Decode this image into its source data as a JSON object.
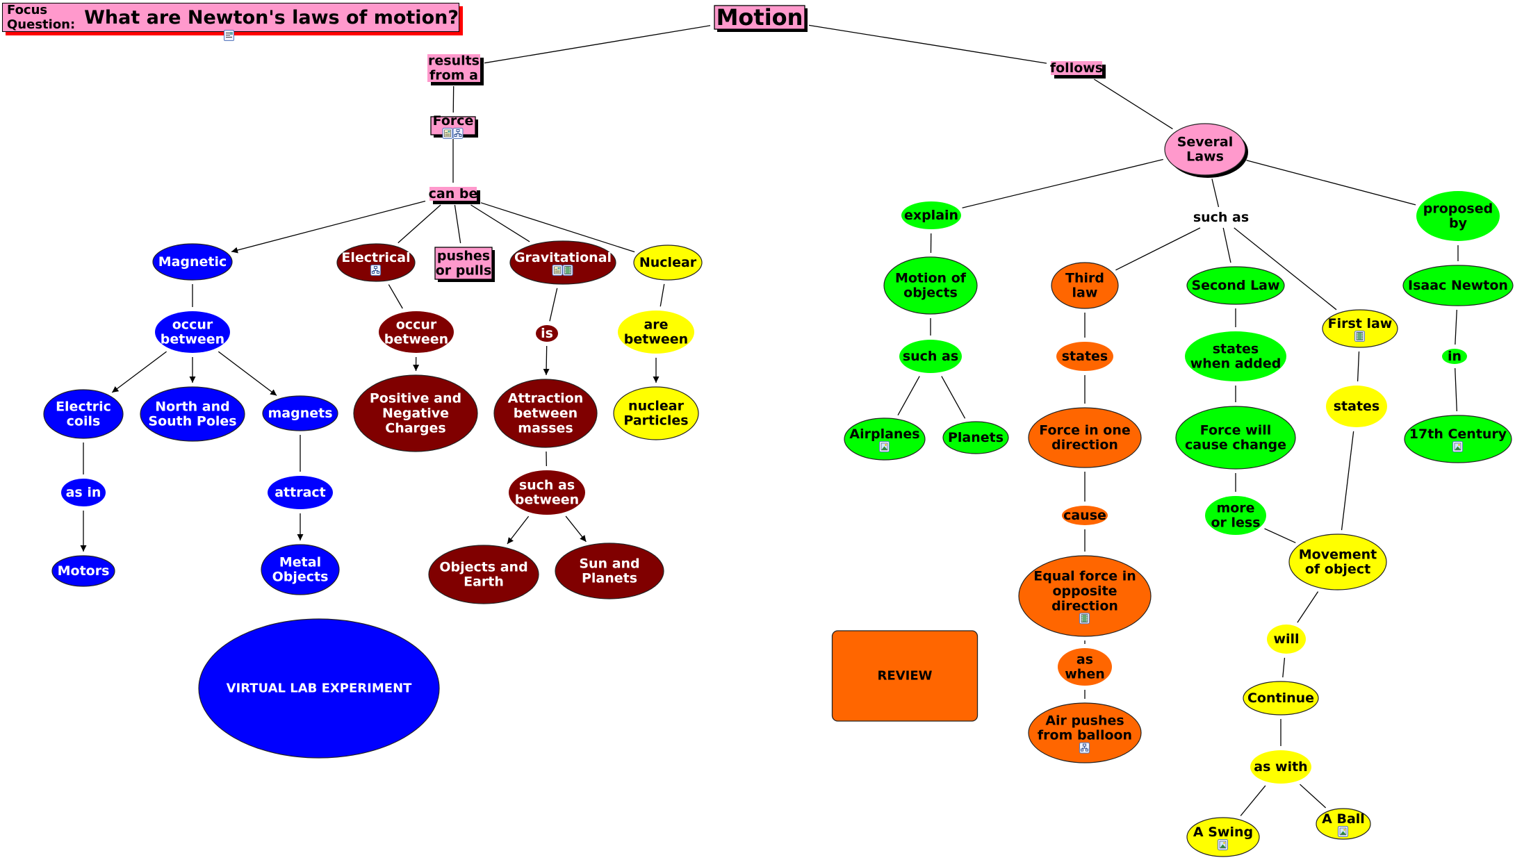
{
  "focus_question": {
    "label": "Focus Question:",
    "text": "What are Newton's laws of motion?",
    "resources": [
      "document-icon"
    ]
  },
  "colors": {
    "pink": "#ff99cc",
    "blue": "#0000ff",
    "maroon": "#800000",
    "yellow": "#ffff00",
    "green": "#00ff00",
    "orange": "#ff6600",
    "shadow_red": "#ff0000",
    "shadow_black": "#000000"
  },
  "nodes": [
    {
      "id": "motion",
      "text": [
        "Motion"
      ],
      "shape": "box",
      "color": "pink",
      "resources": []
    },
    {
      "id": "results_from_a",
      "text": [
        "results",
        "from a"
      ],
      "shape": "linkbox",
      "color": "pink",
      "resources": []
    },
    {
      "id": "force",
      "text": [
        "Force"
      ],
      "shape": "box",
      "color": "pink",
      "resources": [
        "document-icon",
        "concept-map-icon"
      ]
    },
    {
      "id": "can_be",
      "text": [
        "can be"
      ],
      "shape": "linkbox",
      "color": "pink",
      "resources": []
    },
    {
      "id": "follows",
      "text": [
        "follows"
      ],
      "shape": "linkbox",
      "color": "pink",
      "resources": []
    },
    {
      "id": "several_laws",
      "text": [
        "Several",
        "Laws"
      ],
      "shape": "ellipse",
      "color": "pink",
      "resources": []
    },
    {
      "id": "magnetic",
      "text": [
        "Magnetic"
      ],
      "shape": "ellipse",
      "color": "blue",
      "resources": []
    },
    {
      "id": "electrical",
      "text": [
        "Electrical"
      ],
      "shape": "ellipse",
      "color": "maroon",
      "resources": [
        "concept-map-icon"
      ]
    },
    {
      "id": "pushes_or_pulls",
      "text": [
        "pushes",
        "or pulls"
      ],
      "shape": "box",
      "color": "pink",
      "resources": []
    },
    {
      "id": "gravitational",
      "text": [
        "Gravitational"
      ],
      "shape": "ellipse",
      "color": "maroon",
      "resources": [
        "document-icon",
        "video-icon"
      ]
    },
    {
      "id": "nuclear",
      "text": [
        "Nuclear"
      ],
      "shape": "ellipse",
      "color": "yellow",
      "resources": []
    },
    {
      "id": "occur_between_mag",
      "text": [
        "occur",
        "between"
      ],
      "shape": "link",
      "color": "blue",
      "resources": []
    },
    {
      "id": "occur_between_elec",
      "text": [
        "occur",
        "between"
      ],
      "shape": "link",
      "color": "maroon",
      "resources": []
    },
    {
      "id": "is",
      "text": [
        "is"
      ],
      "shape": "link",
      "color": "maroon",
      "resources": []
    },
    {
      "id": "are_between",
      "text": [
        "are",
        "between"
      ],
      "shape": "link",
      "color": "yellow",
      "resources": []
    },
    {
      "id": "electric_coils",
      "text": [
        "Electric",
        "coils"
      ],
      "shape": "ellipse",
      "color": "blue",
      "resources": []
    },
    {
      "id": "north_south",
      "text": [
        "North and",
        "South Poles"
      ],
      "shape": "ellipse",
      "color": "blue",
      "resources": []
    },
    {
      "id": "magnets",
      "text": [
        "magnets"
      ],
      "shape": "ellipse",
      "color": "blue",
      "resources": []
    },
    {
      "id": "pos_neg",
      "text": [
        "Positive and",
        "Negative",
        "Charges"
      ],
      "shape": "ellipse",
      "color": "maroon",
      "resources": []
    },
    {
      "id": "attraction",
      "text": [
        "Attraction",
        "between",
        "masses"
      ],
      "shape": "ellipse",
      "color": "maroon",
      "resources": []
    },
    {
      "id": "nuclear_particles",
      "text": [
        "nuclear",
        "Particles"
      ],
      "shape": "ellipse",
      "color": "yellow",
      "resources": []
    },
    {
      "id": "as_in",
      "text": [
        "as in"
      ],
      "shape": "link",
      "color": "blue",
      "resources": []
    },
    {
      "id": "attract",
      "text": [
        "attract"
      ],
      "shape": "link",
      "color": "blue",
      "resources": []
    },
    {
      "id": "such_as_between",
      "text": [
        "such as",
        "between"
      ],
      "shape": "link",
      "color": "maroon",
      "resources": []
    },
    {
      "id": "motors",
      "text": [
        "Motors"
      ],
      "shape": "ellipse",
      "color": "blue",
      "resources": []
    },
    {
      "id": "metal_objects",
      "text": [
        "Metal",
        "Objects"
      ],
      "shape": "ellipse",
      "color": "blue",
      "resources": []
    },
    {
      "id": "objects_earth",
      "text": [
        "Objects and",
        "Earth"
      ],
      "shape": "ellipse",
      "color": "maroon",
      "resources": []
    },
    {
      "id": "sun_planets",
      "text": [
        "Sun and",
        "Planets"
      ],
      "shape": "ellipse",
      "color": "maroon",
      "resources": []
    },
    {
      "id": "virtual_lab",
      "text": [
        "VIRTUAL LAB EXPERIMENT"
      ],
      "shape": "ellipse",
      "color": "blue",
      "resources": []
    },
    {
      "id": "explain",
      "text": [
        "explain"
      ],
      "shape": "link",
      "color": "green",
      "resources": []
    },
    {
      "id": "such_as_plain",
      "text": [
        "such as"
      ],
      "shape": "plain",
      "color": "none",
      "resources": []
    },
    {
      "id": "proposed_by",
      "text": [
        "proposed",
        "by"
      ],
      "shape": "link",
      "color": "green",
      "resources": []
    },
    {
      "id": "motion_of_objects",
      "text": [
        "Motion of",
        "objects"
      ],
      "shape": "ellipse",
      "color": "green",
      "resources": []
    },
    {
      "id": "third_law",
      "text": [
        "Third",
        "law"
      ],
      "shape": "ellipse",
      "color": "orange",
      "resources": []
    },
    {
      "id": "second_law",
      "text": [
        "Second Law"
      ],
      "shape": "ellipse",
      "color": "green",
      "resources": []
    },
    {
      "id": "first_law",
      "text": [
        "First law"
      ],
      "shape": "ellipse",
      "color": "yellow",
      "resources": [
        "video-icon"
      ]
    },
    {
      "id": "isaac_newton",
      "text": [
        "Isaac Newton"
      ],
      "shape": "ellipse",
      "color": "green",
      "resources": []
    },
    {
      "id": "such_as_green",
      "text": [
        "such as"
      ],
      "shape": "link",
      "color": "green",
      "resources": []
    },
    {
      "id": "states_orange",
      "text": [
        "states"
      ],
      "shape": "link",
      "color": "orange",
      "resources": []
    },
    {
      "id": "states_when_added",
      "text": [
        "states",
        "when added"
      ],
      "shape": "link",
      "color": "green",
      "resources": []
    },
    {
      "id": "states_yellow",
      "text": [
        "states"
      ],
      "shape": "link",
      "color": "yellow",
      "resources": []
    },
    {
      "id": "in",
      "text": [
        "in"
      ],
      "shape": "link",
      "color": "green",
      "resources": []
    },
    {
      "id": "airplanes",
      "text": [
        "Airplanes"
      ],
      "shape": "ellipse",
      "color": "green",
      "resources": [
        "image-icon"
      ]
    },
    {
      "id": "planets",
      "text": [
        "Planets"
      ],
      "shape": "ellipse",
      "color": "green",
      "resources": []
    },
    {
      "id": "force_one_dir",
      "text": [
        "Force in one",
        "direction"
      ],
      "shape": "ellipse",
      "color": "orange",
      "resources": []
    },
    {
      "id": "force_will_change",
      "text": [
        "Force will",
        "cause change"
      ],
      "shape": "ellipse",
      "color": "green",
      "resources": []
    },
    {
      "id": "17th_century",
      "text": [
        "17th Century"
      ],
      "shape": "ellipse",
      "color": "green",
      "resources": [
        "image-icon"
      ]
    },
    {
      "id": "cause",
      "text": [
        "cause"
      ],
      "shape": "link",
      "color": "orange",
      "resources": []
    },
    {
      "id": "more_or_less",
      "text": [
        "more",
        "or less"
      ],
      "shape": "link",
      "color": "green",
      "resources": []
    },
    {
      "id": "movement_of_object",
      "text": [
        "Movement",
        "of object"
      ],
      "shape": "ellipse",
      "color": "yellow",
      "resources": []
    },
    {
      "id": "equal_force",
      "text": [
        "Equal force in",
        "opposite",
        "direction"
      ],
      "shape": "ellipse",
      "color": "orange",
      "resources": [
        "video-icon"
      ]
    },
    {
      "id": "review",
      "text": [
        "REVIEW"
      ],
      "shape": "roundbox",
      "color": "orange",
      "resources": []
    },
    {
      "id": "will",
      "text": [
        "will"
      ],
      "shape": "link",
      "color": "yellow",
      "resources": []
    },
    {
      "id": "as_when",
      "text": [
        "as",
        "when"
      ],
      "shape": "link",
      "color": "orange",
      "resources": []
    },
    {
      "id": "continue",
      "text": [
        "Continue"
      ],
      "shape": "ellipse",
      "color": "yellow",
      "resources": []
    },
    {
      "id": "air_pushes",
      "text": [
        "Air pushes",
        "from balloon"
      ],
      "shape": "ellipse",
      "color": "orange",
      "resources": [
        "concept-map-icon"
      ]
    },
    {
      "id": "as_with",
      "text": [
        "as with"
      ],
      "shape": "link",
      "color": "yellow",
      "resources": []
    },
    {
      "id": "a_swing",
      "text": [
        "A Swing"
      ],
      "shape": "ellipse",
      "color": "yellow",
      "resources": [
        "image-icon"
      ]
    },
    {
      "id": "a_ball",
      "text": [
        "A Ball"
      ],
      "shape": "ellipse",
      "color": "yellow",
      "resources": [
        "image-icon"
      ]
    }
  ],
  "connections": [
    {
      "from": "motion",
      "to": "results_from_a",
      "arrow": false
    },
    {
      "from": "results_from_a",
      "to": "force",
      "arrow": false
    },
    {
      "from": "force",
      "to": "can_be",
      "arrow": false
    },
    {
      "from": "can_be",
      "to": "magnetic",
      "arrow": true
    },
    {
      "from": "can_be",
      "to": "electrical",
      "arrow": false
    },
    {
      "from": "can_be",
      "to": "pushes_or_pulls",
      "arrow": false
    },
    {
      "from": "can_be",
      "to": "gravitational",
      "arrow": false
    },
    {
      "from": "can_be",
      "to": "nuclear",
      "arrow": false
    },
    {
      "from": "magnetic",
      "to": "occur_between_mag",
      "arrow": false
    },
    {
      "from": "occur_between_mag",
      "to": "electric_coils",
      "arrow": true
    },
    {
      "from": "occur_between_mag",
      "to": "north_south",
      "arrow": true
    },
    {
      "from": "occur_between_mag",
      "to": "magnets",
      "arrow": true
    },
    {
      "from": "electric_coils",
      "to": "as_in",
      "arrow": false
    },
    {
      "from": "as_in",
      "to": "motors",
      "arrow": true
    },
    {
      "from": "magnets",
      "to": "attract",
      "arrow": false
    },
    {
      "from": "attract",
      "to": "metal_objects",
      "arrow": true
    },
    {
      "from": "electrical",
      "to": "occur_between_elec",
      "arrow": false
    },
    {
      "from": "occur_between_elec",
      "to": "pos_neg",
      "arrow": true
    },
    {
      "from": "gravitational",
      "to": "is",
      "arrow": false
    },
    {
      "from": "is",
      "to": "attraction",
      "arrow": true
    },
    {
      "from": "attraction",
      "to": "such_as_between",
      "arrow": false
    },
    {
      "from": "such_as_between",
      "to": "objects_earth",
      "arrow": true
    },
    {
      "from": "such_as_between",
      "to": "sun_planets",
      "arrow": true
    },
    {
      "from": "nuclear",
      "to": "are_between",
      "arrow": false
    },
    {
      "from": "are_between",
      "to": "nuclear_particles",
      "arrow": true
    },
    {
      "from": "motion",
      "to": "follows",
      "arrow": false
    },
    {
      "from": "follows",
      "to": "several_laws",
      "arrow": false
    },
    {
      "from": "several_laws",
      "to": "explain",
      "arrow": false
    },
    {
      "from": "several_laws",
      "to": "such_as_plain",
      "arrow": false
    },
    {
      "from": "several_laws",
      "to": "proposed_by",
      "arrow": false
    },
    {
      "from": "explain",
      "to": "motion_of_objects",
      "arrow": false
    },
    {
      "from": "motion_of_objects",
      "to": "such_as_green",
      "arrow": false
    },
    {
      "from": "such_as_green",
      "to": "airplanes",
      "arrow": false
    },
    {
      "from": "such_as_green",
      "to": "planets",
      "arrow": false
    },
    {
      "from": "such_as_plain",
      "to": "third_law",
      "arrow": false
    },
    {
      "from": "such_as_plain",
      "to": "second_law",
      "arrow": false
    },
    {
      "from": "such_as_plain",
      "to": "first_law",
      "arrow": false
    },
    {
      "from": "third_law",
      "to": "states_orange",
      "arrow": false
    },
    {
      "from": "states_orange",
      "to": "force_one_dir",
      "arrow": false
    },
    {
      "from": "force_one_dir",
      "to": "cause",
      "arrow": false
    },
    {
      "from": "cause",
      "to": "equal_force",
      "arrow": false
    },
    {
      "from": "equal_force",
      "to": "as_when",
      "arrow": false
    },
    {
      "from": "as_when",
      "to": "air_pushes",
      "arrow": false
    },
    {
      "from": "second_law",
      "to": "states_when_added",
      "arrow": false
    },
    {
      "from": "states_when_added",
      "to": "force_will_change",
      "arrow": false
    },
    {
      "from": "force_will_change",
      "to": "more_or_less",
      "arrow": false
    },
    {
      "from": "more_or_less",
      "to": "movement_of_object",
      "arrow": false
    },
    {
      "from": "first_law",
      "to": "states_yellow",
      "arrow": false
    },
    {
      "from": "states_yellow",
      "to": "movement_of_object",
      "arrow": false
    },
    {
      "from": "movement_of_object",
      "to": "will",
      "arrow": false
    },
    {
      "from": "will",
      "to": "continue",
      "arrow": false
    },
    {
      "from": "continue",
      "to": "as_with",
      "arrow": false
    },
    {
      "from": "as_with",
      "to": "a_swing",
      "arrow": false
    },
    {
      "from": "as_with",
      "to": "a_ball",
      "arrow": false
    },
    {
      "from": "proposed_by",
      "to": "isaac_newton",
      "arrow": false
    },
    {
      "from": "isaac_newton",
      "to": "in",
      "arrow": false
    },
    {
      "from": "in",
      "to": "17th_century",
      "arrow": false
    }
  ]
}
